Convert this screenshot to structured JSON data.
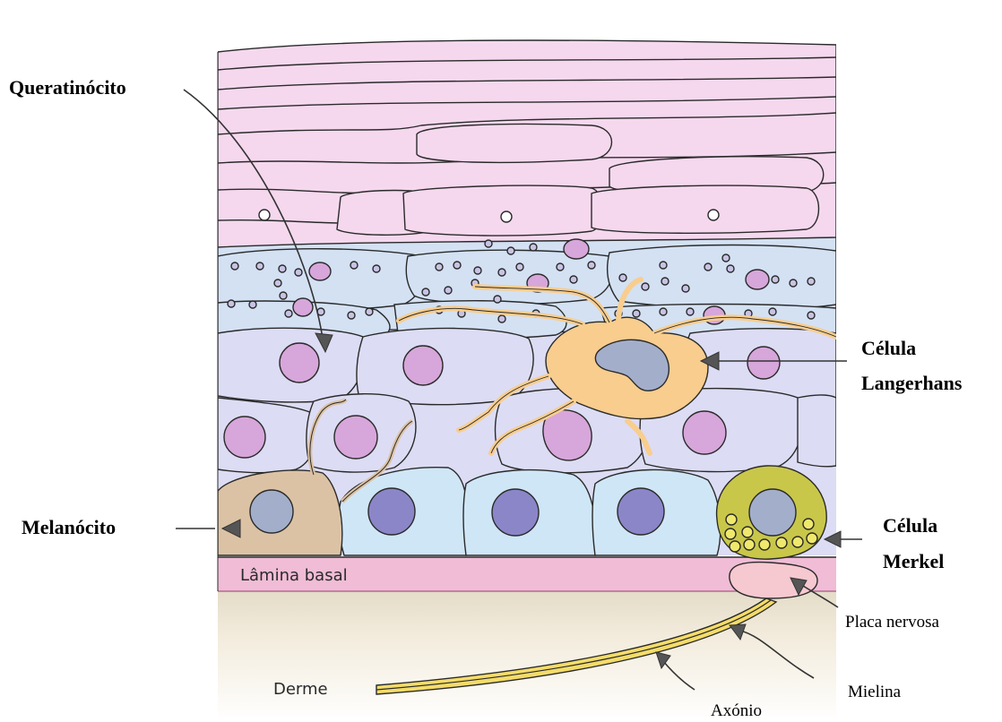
{
  "labels": {
    "queratinocito": "Queratinócito",
    "celula_langerhans_line1": "Célula",
    "celula_langerhans_line2": "Langerhans",
    "melanocito": "Melanócito",
    "celula_merkel_line1": "Célula",
    "celula_merkel_line2": "Merkel",
    "lamina_basal": "Lâmina basal",
    "derme": "Derme",
    "placa_nervosa": "Placa nervosa",
    "mielina": "Mielina",
    "axonio": "Axónio"
  },
  "colors": {
    "stratum_corneum": "#f5d8ee",
    "granular_layer": "#d3e1f3",
    "spinous_layer": "#dcdcf4",
    "basal_layer": "#cfe6f6",
    "keratinocyte_nucleus": "#d7a6da",
    "basal_nucleus": "#8b86c8",
    "melanocyte": "#dcc2a4",
    "langerhans": "#f8cd8e",
    "langerhans_nucleus": "#a3aecb",
    "merkel": "#c9c74a",
    "merkel_granule": "#f0e86c",
    "lamina_basal": "#f0bcd6",
    "derme": "#f3ecdd",
    "nerve": "#f4dc6a"
  }
}
